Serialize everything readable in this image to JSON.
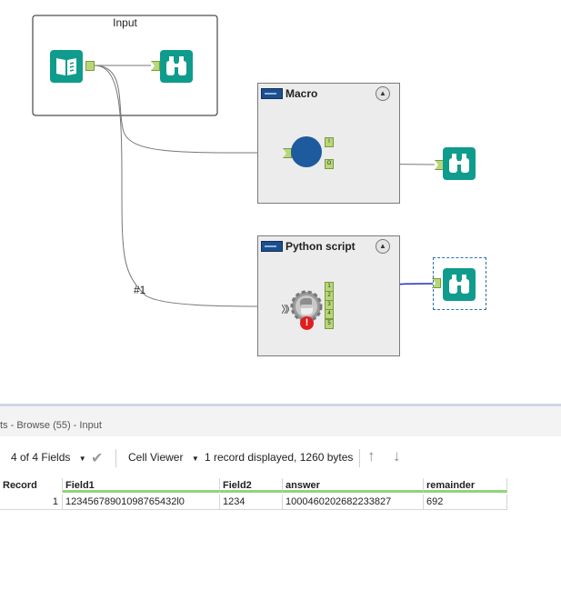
{
  "canvas": {
    "input_container_title": "Input",
    "macro_container_title": "Macro",
    "python_container_title": "Python script",
    "connection_label": "#1",
    "macro_out_anchors": [
      "I",
      "O"
    ],
    "python_out_anchors": [
      "1",
      "2",
      "3",
      "4",
      "5"
    ]
  },
  "results": {
    "title": "ts - Browse (55) - Input",
    "fields_label": "4 of 4 Fields",
    "cell_viewer_label": "Cell Viewer",
    "record_info": "1 record displayed, 1260 bytes"
  },
  "table": {
    "headers": [
      "Record",
      "Field1",
      "Field2",
      "answer",
      "remainder"
    ],
    "rows": [
      [
        "1",
        "12345678901098765432l0",
        "1234",
        "1000460202682233827",
        "692"
      ]
    ]
  },
  "colors": {
    "tool_teal": "#0f9c8c",
    "macro_circle": "#1d5a9e",
    "anchor_green": "#b7d77a",
    "blue_connection": "#1f2fc8"
  }
}
